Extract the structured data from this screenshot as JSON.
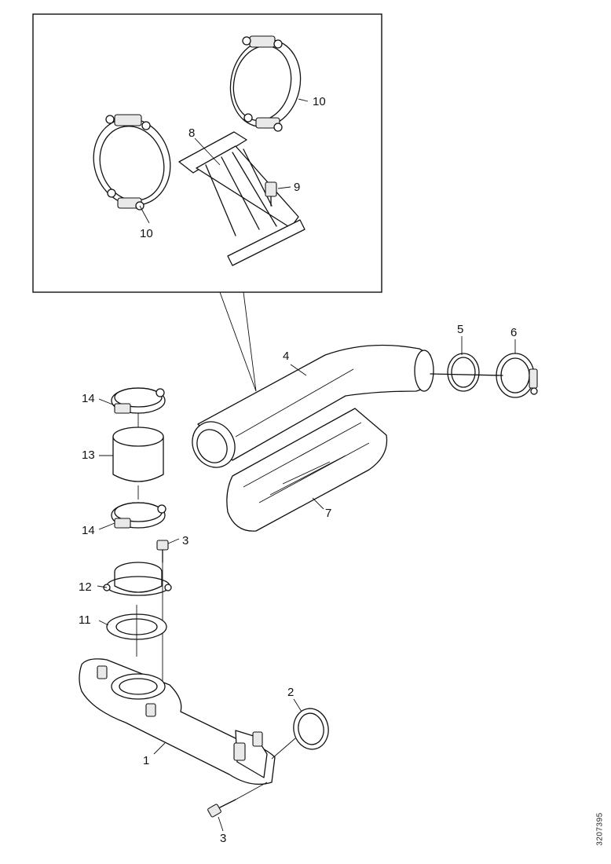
{
  "callouts": {
    "c1": "1",
    "c2": "2",
    "c3_upper": "3",
    "c3_lower": "3",
    "c4": "4",
    "c5": "5",
    "c6": "6",
    "c7": "7",
    "c8": "8",
    "c9": "9",
    "c10_upper": "10",
    "c10_lower": "10",
    "c11": "11",
    "c12": "12",
    "c13": "13",
    "c14_upper": "14",
    "c14_lower": "14"
  },
  "reference_code": "3207395"
}
